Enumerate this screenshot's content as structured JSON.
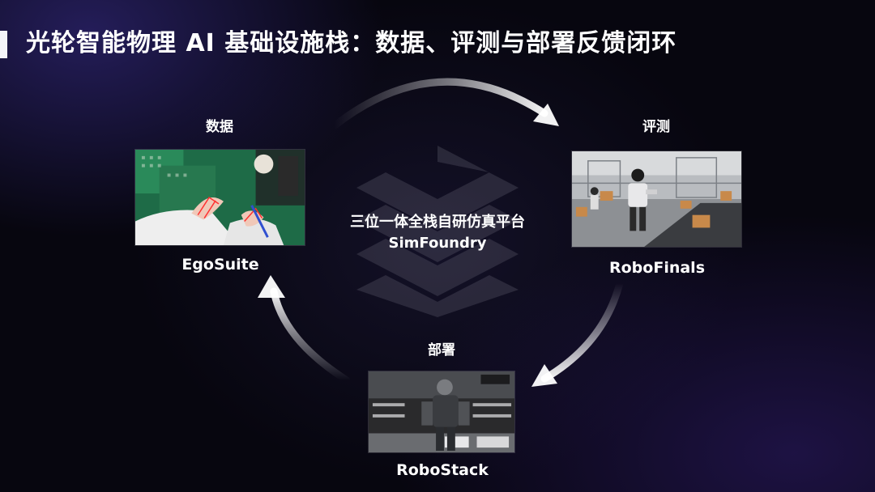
{
  "slide": {
    "title": "光轮智能物理 AI 基础设施栈：数据、评测与部署反馈闭环"
  },
  "center": {
    "subtitle": "三位一体全栈自研仿真平台",
    "name": "SimFoundry"
  },
  "nodes": {
    "data": {
      "label": "数据",
      "product": "EgoSuite"
    },
    "eval": {
      "label": "评测",
      "product": "RoboFinals"
    },
    "deploy": {
      "label": "部署",
      "product": "RoboStack"
    }
  },
  "icons": {
    "center_logo": "stacked-diamond-layers-icon"
  },
  "colors": {
    "background": "#07060f",
    "accent_glow": "#3c3096",
    "text": "#ffffff"
  }
}
